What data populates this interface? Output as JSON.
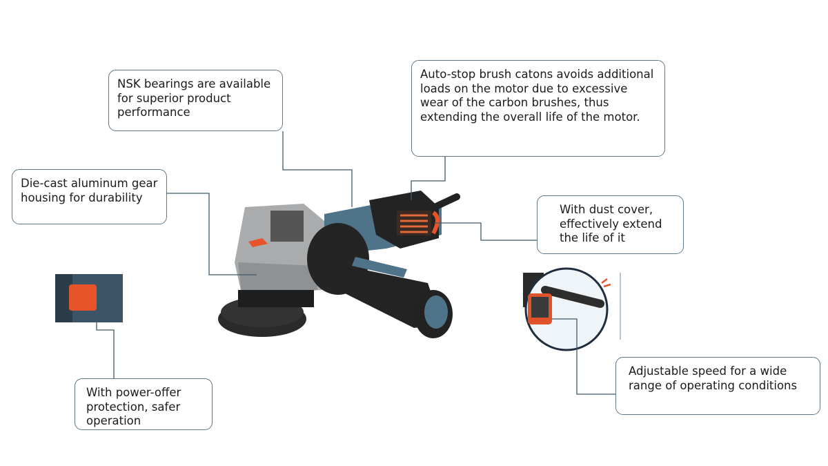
{
  "callouts": {
    "bearings": "NSK bearings are available for superior product performance",
    "brush": "Auto-stop brush catons avoids additional loads on the motor due to excessive wear of the carbon brushes, thus extending the overall life of the motor.",
    "housing": "Die-cast aluminum gear housing for durability",
    "dust": "With dust cover, effectively extend the life of it",
    "power": "With power-offer protection, safer operation",
    "speed": "Adjustable speed for a wide range of operating conditions"
  },
  "colors": {
    "line": "#3f5868",
    "body_blue": "#4f7489",
    "black": "#222222",
    "orange": "#e8542a",
    "silver": "#a9abad"
  }
}
